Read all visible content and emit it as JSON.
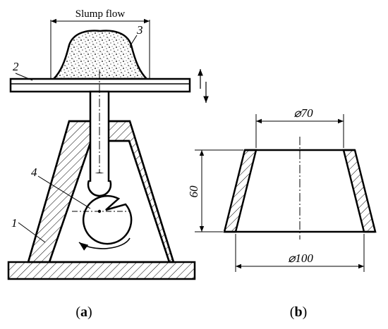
{
  "labels": {
    "slump_flow": "Slump flow",
    "part_1": "1",
    "part_2": "2",
    "part_3": "3",
    "part_4": "4"
  },
  "dimensions": {
    "top_diameter": "⌀70",
    "bottom_diameter": "⌀100",
    "height": "60"
  },
  "captions": {
    "a_open": "(",
    "a_letter": "a",
    "a_close": ")",
    "b_open": "(",
    "b_letter": "b",
    "b_close": ")"
  }
}
